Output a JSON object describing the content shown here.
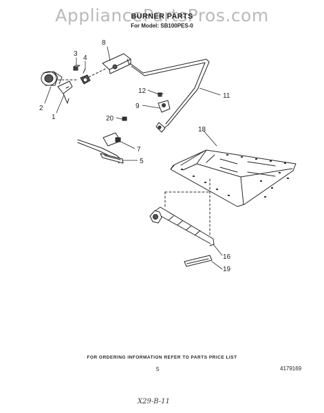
{
  "watermark": "AppliancePartsPros.com",
  "header": {
    "title": "BURNER PARTS",
    "model_line": "For Model: SB100PES-0"
  },
  "callouts": [
    {
      "id": "label-8",
      "text": "8"
    },
    {
      "id": "label-3",
      "text": "3"
    },
    {
      "id": "label-4",
      "text": "4"
    },
    {
      "id": "label-2",
      "text": "2"
    },
    {
      "id": "label-1",
      "text": "1"
    },
    {
      "id": "label-12",
      "text": "12"
    },
    {
      "id": "label-11",
      "text": "11"
    },
    {
      "id": "label-9",
      "text": "9"
    },
    {
      "id": "label-20",
      "text": "20"
    },
    {
      "id": "label-18",
      "text": "18"
    },
    {
      "id": "label-7",
      "text": "7"
    },
    {
      "id": "label-5",
      "text": "5"
    },
    {
      "id": "label-16",
      "text": "16"
    },
    {
      "id": "label-19",
      "text": "19"
    }
  ],
  "footer": {
    "ordering_info": "FOR ORDERING INFORMATION REFER TO PARTS PRICE LIST",
    "page_number": "5",
    "part_code": "4179169",
    "handwritten_note": "X29-B-11"
  }
}
